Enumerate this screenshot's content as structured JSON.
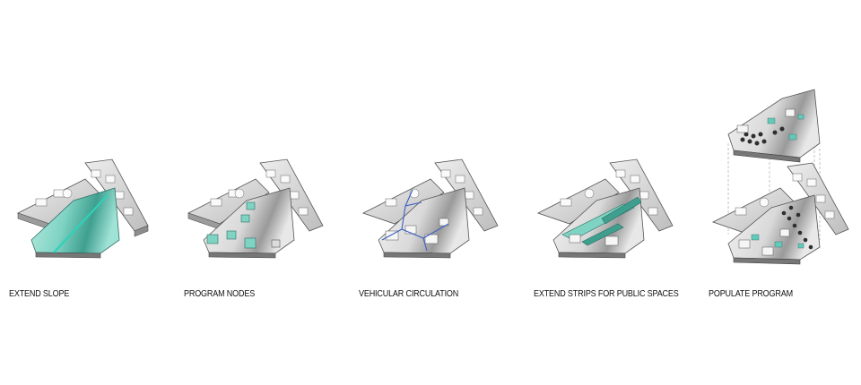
{
  "colors": {
    "teal": "#63c9b8",
    "teal_light": "#9fe2d6",
    "blue_route": "#3a5fbf",
    "gray_dark": "#777777",
    "gray_light": "#e6e6e6"
  },
  "panels": [
    {
      "id": "extend-slope",
      "caption": "EXTEND SLOPE"
    },
    {
      "id": "program-nodes",
      "caption": "PROGRAM NODES"
    },
    {
      "id": "vehicular-circulation",
      "caption": "VEHICULAR CIRCULATION"
    },
    {
      "id": "extend-strips",
      "caption": "EXTEND STRIPS FOR PUBLIC SPACES"
    },
    {
      "id": "populate-program",
      "caption": "POPULATE PROGRAM"
    }
  ]
}
